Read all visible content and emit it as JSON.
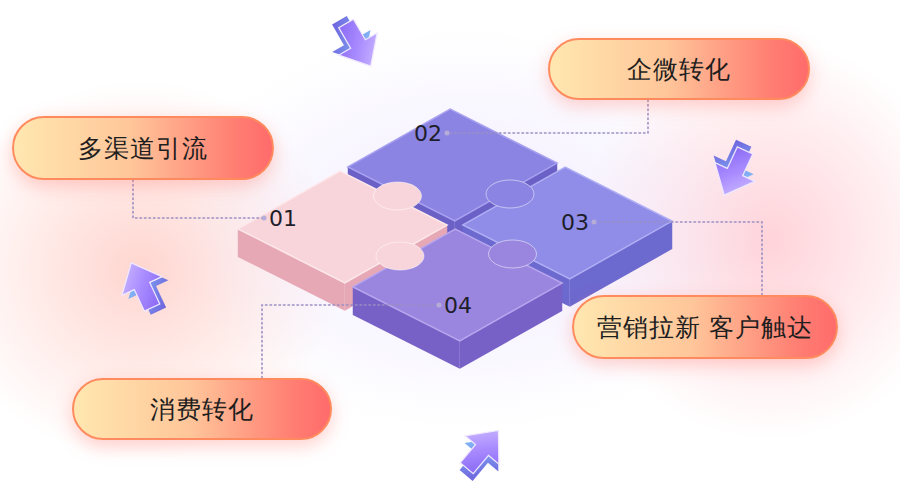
{
  "diagram": {
    "nodes": [
      {
        "text": [
          "企微转化"
        ]
      },
      {
        "text": [
          "多渠道引流"
        ]
      },
      {
        "text": [
          "营销拉新 客户触达"
        ]
      },
      {
        "text": [
          "消费转化"
        ]
      },
      {
        "text": [
          "01"
        ]
      },
      {
        "text": [
          "02"
        ]
      },
      {
        "text": [
          "03"
        ]
      },
      {
        "text": [
          "04"
        ]
      }
    ],
    "edges": [
      {
        "from": 1,
        "to": 4,
        "arrow": "none"
      },
      {
        "from": 0,
        "to": 5,
        "arrow": "none"
      },
      {
        "from": 2,
        "to": 6,
        "arrow": "none"
      },
      {
        "from": 3,
        "to": 7,
        "arrow": "none"
      }
    ]
  }
}
